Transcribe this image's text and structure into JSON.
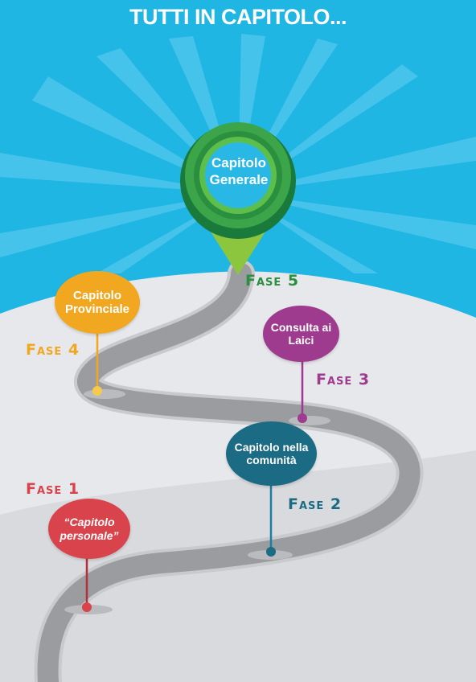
{
  "title": "TUTTI IN CAPITOLO...",
  "colors": {
    "sky": "#1fb6e3",
    "ground": "#e6e7ea",
    "road": "#9a9c9f",
    "phase1": "#d9434c",
    "phase2": "#1b6b84",
    "phase3": "#9e3b8f",
    "phase4": "#f2a720",
    "phase5": "#2a8f3f"
  },
  "phases": {
    "phase1": {
      "label": "Fase 1",
      "text": "“Capitolo personale”"
    },
    "phase2": {
      "label": "Fase 2",
      "text": "Capitolo nella comunità"
    },
    "phase3": {
      "label": "Fase 3",
      "text": "Consulta ai Laici"
    },
    "phase4": {
      "label": "Fase 4",
      "text": "Capitolo Provinciale"
    },
    "phase5": {
      "label": "Fase 5",
      "text": "Capitolo Generale"
    }
  }
}
